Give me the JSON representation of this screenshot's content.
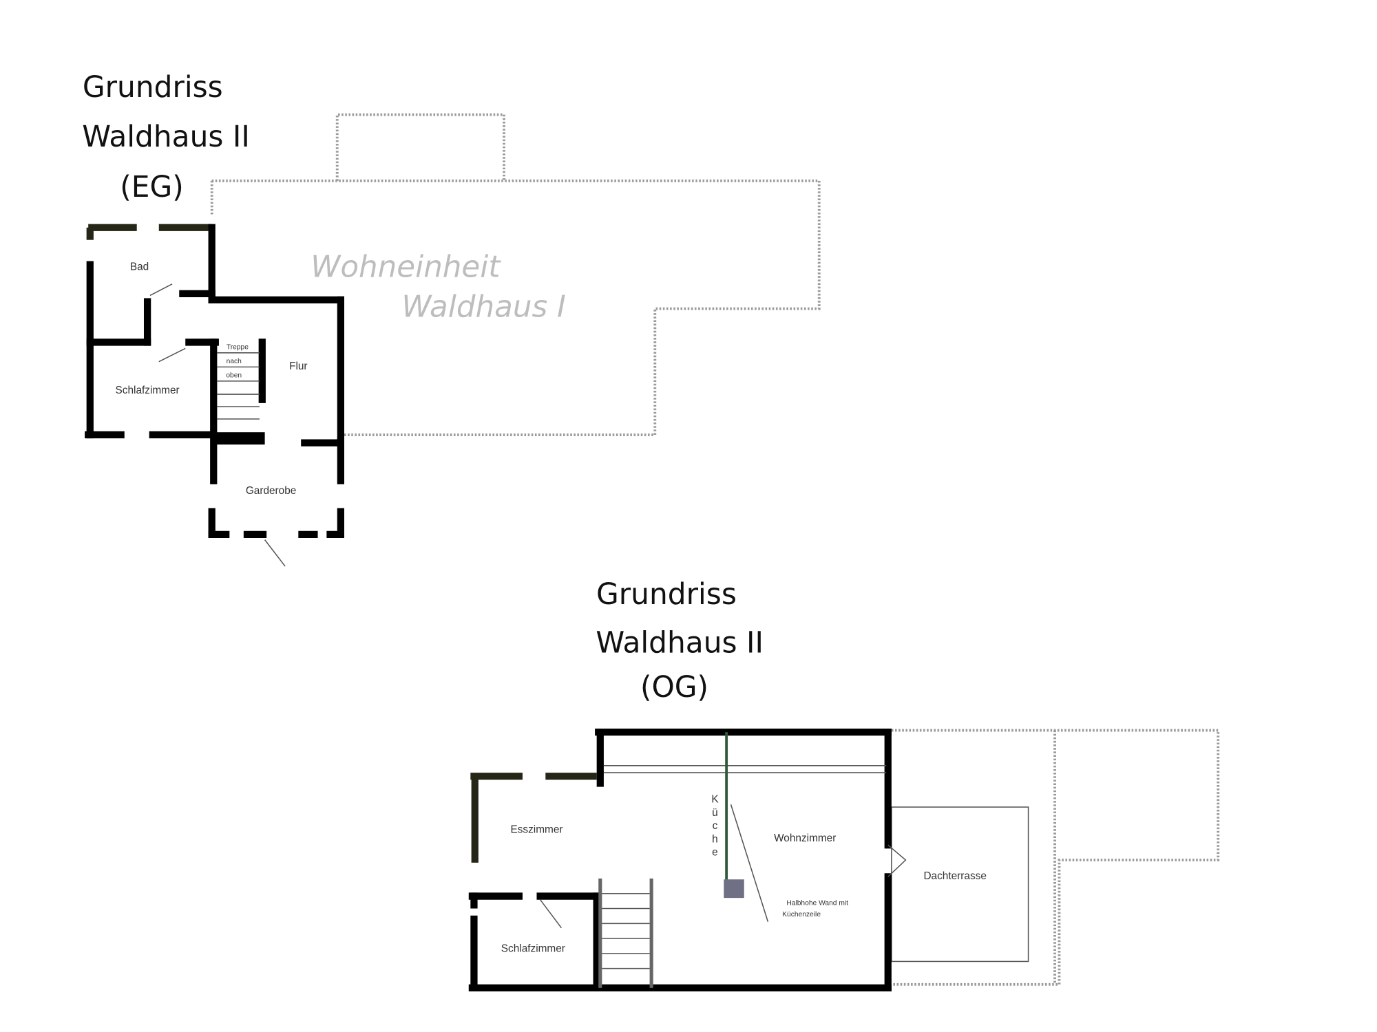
{
  "eg": {
    "title_lines": [
      "Grundriss",
      "Waldhaus II",
      "(EG)"
    ],
    "neighbor_lines": [
      "Wohneinheit",
      "Waldhaus I"
    ],
    "rooms": {
      "bad": "Bad",
      "schlafzimmer": "Schlafzimmer",
      "flur": "Flur",
      "garderobe": "Garderobe",
      "treppe": [
        "Treppe",
        "nach",
        "oben"
      ]
    }
  },
  "og": {
    "title_lines": [
      "Grundriss",
      "Waldhaus II",
      "(OG)"
    ],
    "rooms": {
      "esszimmer": "Esszimmer",
      "kueche": [
        "K",
        "ü",
        "c",
        "h",
        "e"
      ],
      "wohnzimmer": "Wohnzimmer",
      "dachterrasse": "Dachterrasse",
      "schlafzimmer": "Schlafzimmer"
    },
    "annotation_lines": [
      "Halbhohe Wand mit",
      "Küchenzeile"
    ]
  },
  "colors": {
    "wall": "#000000",
    "kitchen_wall": "#2f5a3a",
    "ghost_text": "#bdbdbd"
  }
}
